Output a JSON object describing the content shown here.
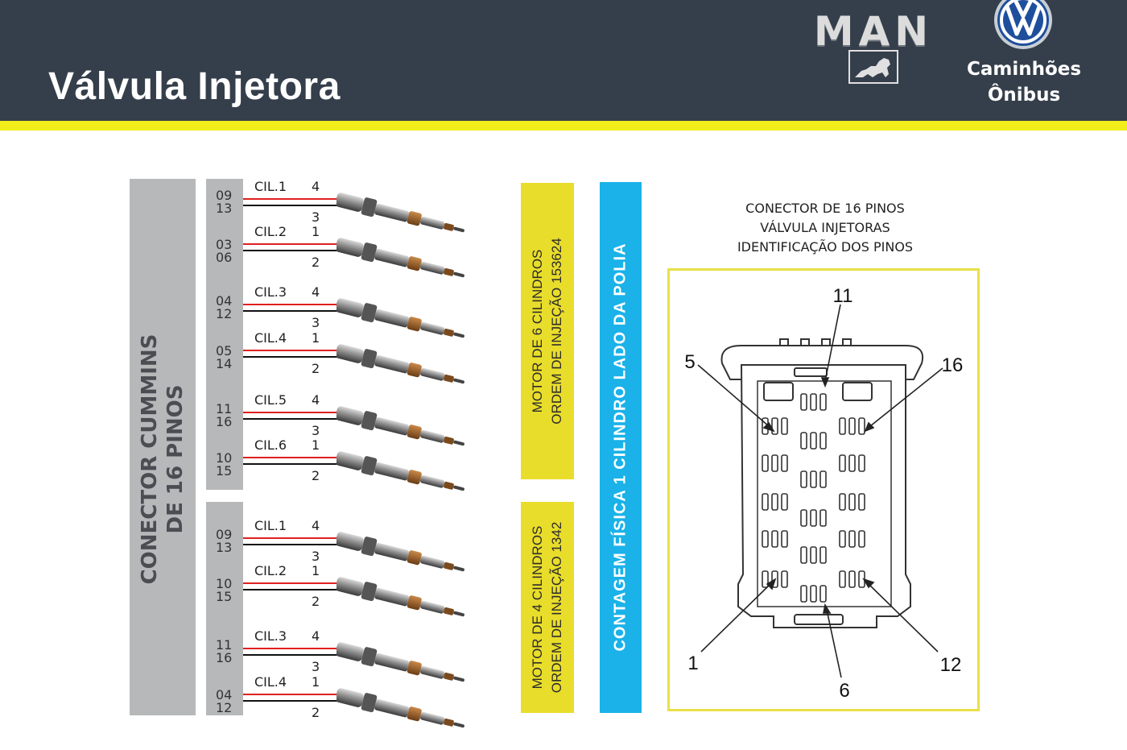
{
  "header": {
    "title": "Válvula Injetora",
    "brand_man": "MAN",
    "brand_vw_lines": [
      "Caminhões",
      "Ônibus"
    ],
    "colors": {
      "background": "#353f4b",
      "stripe": "#f2ee1c"
    }
  },
  "left_label": [
    "CONECTOR CUMMINS",
    "DE 16 PINOS"
  ],
  "six_cylinder": [
    {
      "pins": [
        "09",
        "13"
      ],
      "cil": "CIL.1",
      "wire_top": "4",
      "wire_bottom": "3"
    },
    {
      "pins": [
        "03",
        "06"
      ],
      "cil": "CIL.2",
      "wire_top": "1",
      "wire_bottom": "2"
    },
    {
      "pins": [
        "04",
        "12"
      ],
      "cil": "CIL.3",
      "wire_top": "4",
      "wire_bottom": "3"
    },
    {
      "pins": [
        "05",
        "14"
      ],
      "cil": "CIL.4",
      "wire_top": "1",
      "wire_bottom": "2"
    },
    {
      "pins": [
        "11",
        "16"
      ],
      "cil": "CIL.5",
      "wire_top": "4",
      "wire_bottom": "3"
    },
    {
      "pins": [
        "10",
        "15"
      ],
      "cil": "CIL.6",
      "wire_top": "1",
      "wire_bottom": "2"
    }
  ],
  "four_cylinder": [
    {
      "pins": [
        "09",
        "13"
      ],
      "cil": "CIL.1",
      "wire_top": "4",
      "wire_bottom": "3"
    },
    {
      "pins": [
        "10",
        "15"
      ],
      "cil": "CIL.2",
      "wire_top": "1",
      "wire_bottom": "2"
    },
    {
      "pins": [
        "11",
        "16"
      ],
      "cil": "CIL.3",
      "wire_top": "4",
      "wire_bottom": "3"
    },
    {
      "pins": [
        "04",
        "12"
      ],
      "cil": "CIL.4",
      "wire_top": "1",
      "wire_bottom": "2"
    }
  ],
  "motor6_label": [
    "MOTOR DE 6 CILINDROS",
    "ORDEM DE INJEÇÃO 153624"
  ],
  "motor4_label": [
    "MOTOR DE 4 CILINDROS",
    "ORDEM DE INJEÇÃO 1342"
  ],
  "blue_label": "CONTAGEM FÍSICA 1 CILINDRO LADO DA POLIA",
  "connector": {
    "title_lines": [
      "CONECTOR DE 16 PINOS",
      "VÁLVULA INJETORAS",
      "IDENTIFICAÇÃO DOS PINOS"
    ],
    "callouts": {
      "top": "11",
      "upper_left": "5",
      "upper_right": "16",
      "lower_left": "1",
      "bottom": "6",
      "lower_right": "12"
    }
  }
}
